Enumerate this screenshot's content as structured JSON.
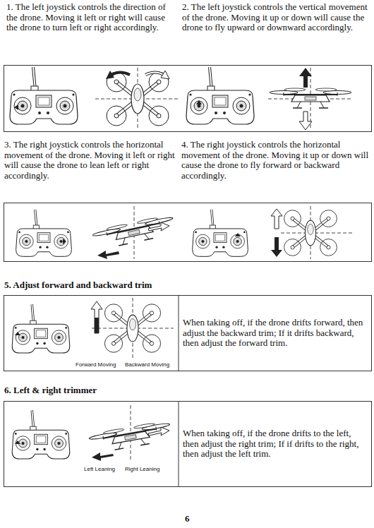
{
  "diagram": {
    "nodes": [
      {
        "text": [
          "1. The left joystick controls the direction of the drone. Moving it left or right will cause the drone to turn left or right accordingly.",
          "2. The left joystick controls the vertical movement of the drone. Moving it up or down will cause the drone to fly upward or downward accordingly."
        ]
      },
      {
        "text": [
          "3. The right joystick controls the horizontal movement of the drone. Moving it left or right will cause the drone to lean left or right accordingly.",
          "4. The right joystick controls the horizontal movement of the drone. Moving it up or down will cause the drone to fly forward or backward accordingly."
        ]
      },
      {
        "text": [
          "5. Adjust forward and backward trim",
          "When taking off, if the drone drifts forward, then adjust the backward trim; If it drifts backward, then adjust the forward trim."
        ]
      },
      {
        "text": [
          "6. Left & right trimmer",
          "When taking off, if the drone drifts to the left, then adjust the right trim; If if drifts to the right, then adjust the left trim."
        ]
      }
    ],
    "labels": [
      "Forward Moving",
      "Backward Moving",
      "Left Leaning",
      "Right Leaning",
      "6"
    ]
  }
}
